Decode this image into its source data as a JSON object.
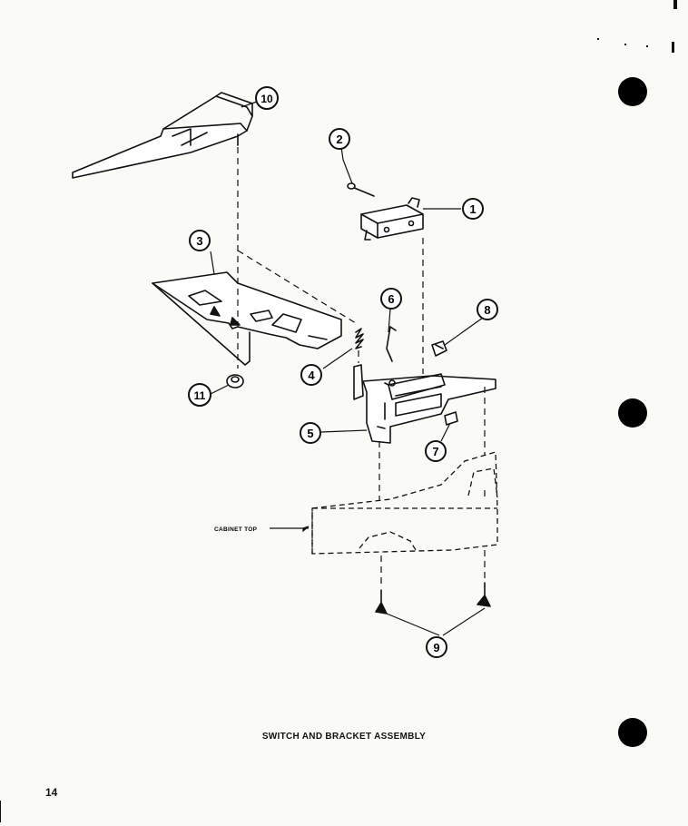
{
  "title": "SWITCH AND BRACKET ASSEMBLY",
  "page_number": "14",
  "label_cabinet_top": "CABINET TOP",
  "callouts": [
    {
      "id": "c1",
      "label": "1"
    },
    {
      "id": "c2",
      "label": "2"
    },
    {
      "id": "c3",
      "label": "3"
    },
    {
      "id": "c4",
      "label": "4"
    },
    {
      "id": "c5",
      "label": "5"
    },
    {
      "id": "c6",
      "label": "6"
    },
    {
      "id": "c7",
      "label": "7"
    },
    {
      "id": "c8",
      "label": "8"
    },
    {
      "id": "c9",
      "label": "9"
    },
    {
      "id": "c10",
      "label": "10"
    },
    {
      "id": "c11",
      "label": "11"
    }
  ],
  "colors": {
    "ink": "#111111",
    "paper": "#fafaf7"
  }
}
